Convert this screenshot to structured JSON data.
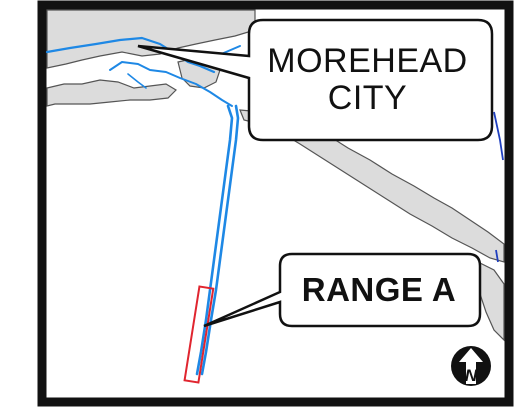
{
  "map": {
    "callouts": {
      "city": {
        "line1": "MOREHEAD",
        "line2": "CITY"
      },
      "range": {
        "label": "RANGE A"
      }
    },
    "north_arrow": {
      "glyph": "N",
      "icon": "north-arrow-icon"
    },
    "colors": {
      "frame": "#111111",
      "water": "#ffffff",
      "land": "#dcdcdc",
      "channel": "#1e88e5",
      "channel_dark": "#1f3fbf",
      "range_box": "#e0252f"
    }
  }
}
